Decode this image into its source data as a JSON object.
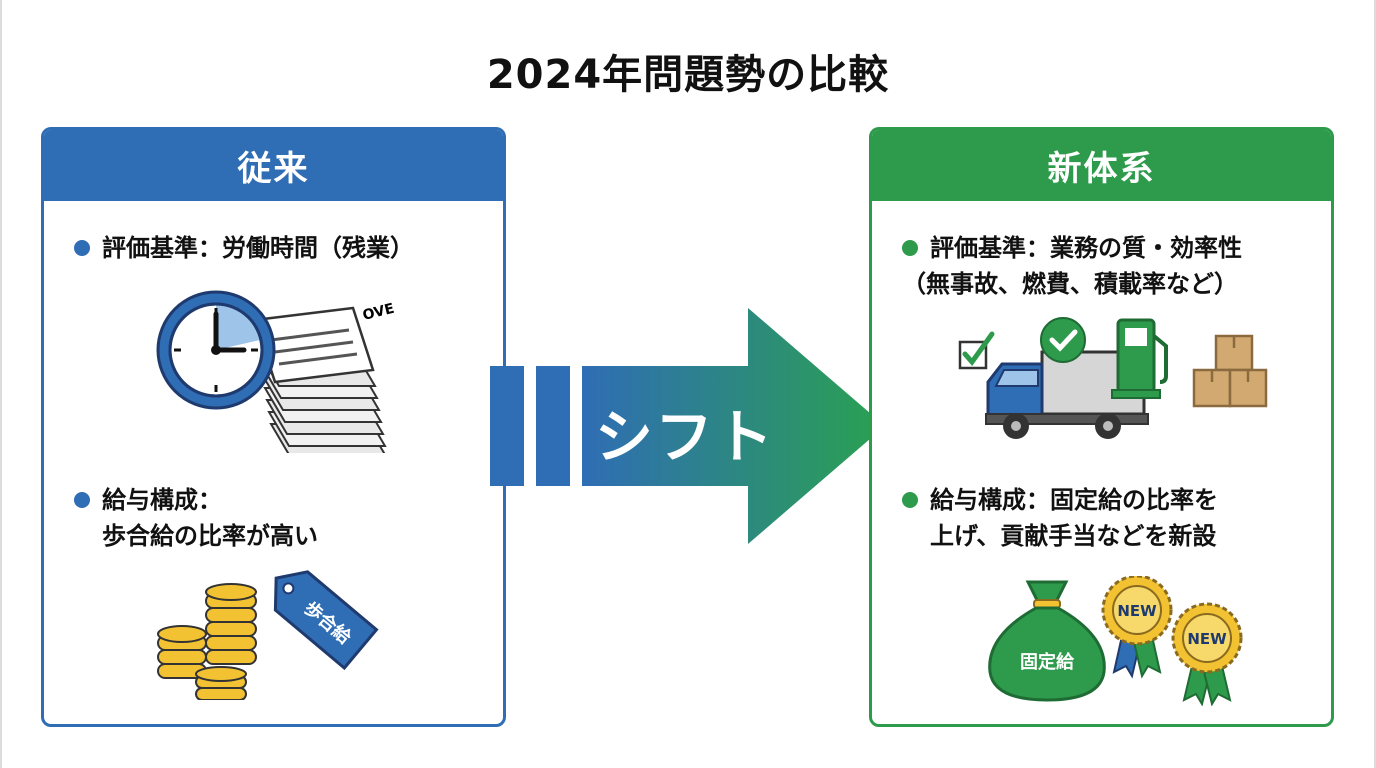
{
  "title": "2024年問題勢の比較",
  "arrow_label": "シフト",
  "old": {
    "header": "従来",
    "item1": "評価基準：労働時間（残業）",
    "item2_line1": "給与構成：",
    "item2_line2": "歩合給の比率が高い",
    "doc_label": "OVE",
    "tag_label": "歩合給"
  },
  "new": {
    "header": "新体系",
    "item1_line1": "評価基準：業務の質・効率性",
    "item1_line2": "（無事故、燃費、積載率など）",
    "item2_line1": "給与構成：固定給の比率を",
    "item2_line2": "上げ、貢献手当などを新設",
    "bag_label": "固定給",
    "badge1_label": "NEW",
    "badge2_label": "NEW"
  },
  "colors": {
    "blue": "#2f6db5",
    "green": "#2e9b4c",
    "gold": "#f2c232",
    "navy": "#1f3a6e"
  }
}
